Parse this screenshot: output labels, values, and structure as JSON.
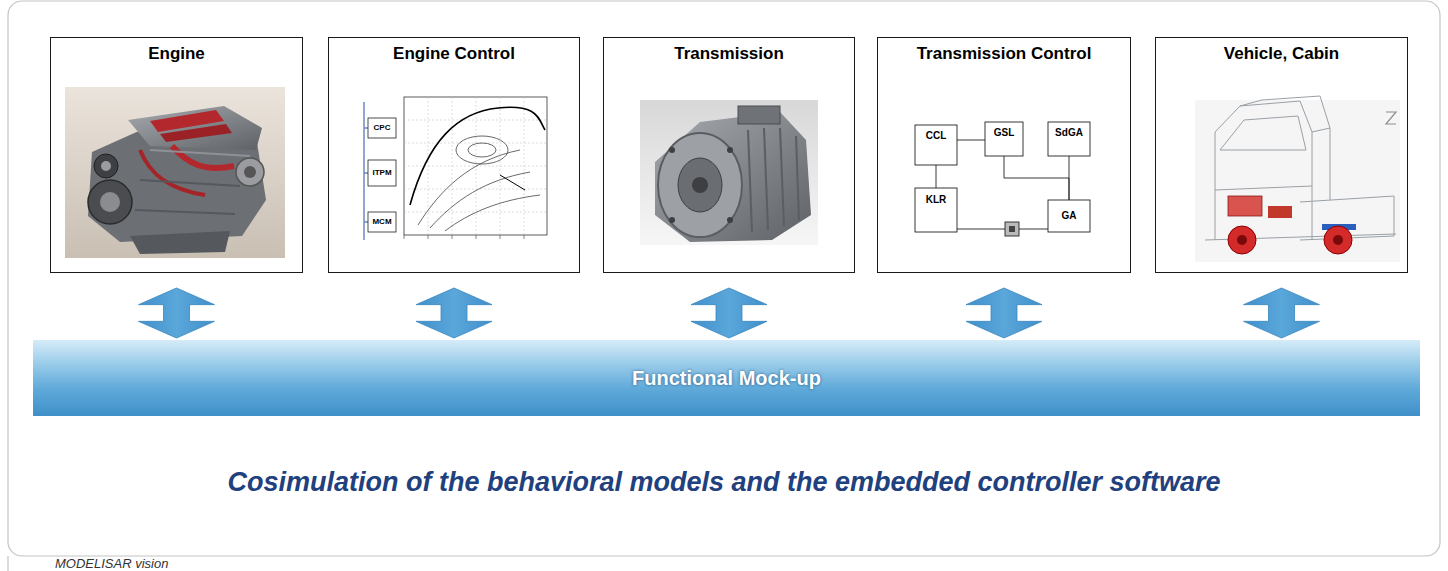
{
  "diagram": {
    "caption": "Cosimulation of the behavioral models and the embedded controller software",
    "nodes": [
      {
        "text": [
          "Engine"
        ]
      },
      {
        "text": [
          "Engine Control"
        ]
      },
      {
        "text": [
          "Transmission"
        ]
      },
      {
        "text": [
          "Transmission Control"
        ]
      },
      {
        "text": [
          "Vehicle, Cabin"
        ]
      },
      {
        "text": [
          "Functional Mock-up"
        ]
      }
    ],
    "edges": [
      {
        "from": 0,
        "to": 5,
        "arrow": "both"
      },
      {
        "from": 1,
        "to": 5,
        "arrow": "both"
      },
      {
        "from": 2,
        "to": 5,
        "arrow": "both"
      },
      {
        "from": 3,
        "to": 5,
        "arrow": "both"
      },
      {
        "from": 4,
        "to": 5,
        "arrow": "both"
      }
    ],
    "labels": [
      "CPC",
      "ITPM",
      "MCM",
      "CCL",
      "GSL",
      "SdGA",
      "KLR",
      "GA",
      "MODELISAR vision"
    ]
  }
}
